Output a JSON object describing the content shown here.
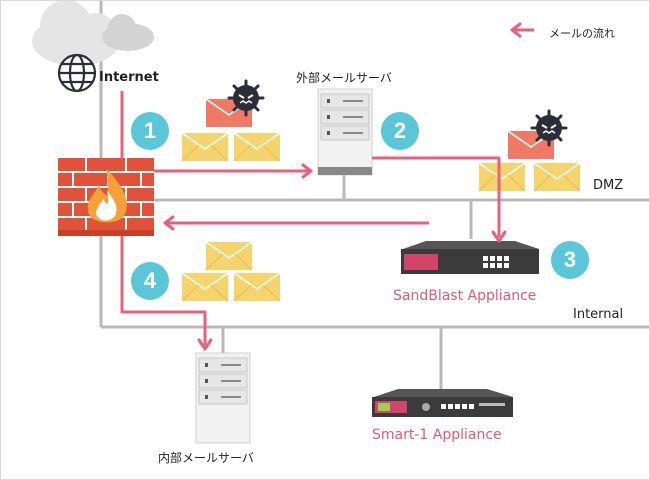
{
  "legend": {
    "text": "メールの流れ"
  },
  "labels": {
    "internet": "Internet",
    "external_mail_server": "外部メールサーバ",
    "dmz": "DMZ",
    "internal": "Internal",
    "sandblast": "SandBlast Appliance",
    "smart1": "Smart-1 Appliance",
    "internal_mail_server": "内部メールサーバ"
  },
  "steps": [
    "1",
    "2",
    "3",
    "4"
  ],
  "colors": {
    "flow": "#e8617c",
    "network_line": "#b8b8b8",
    "badge": "#5ac6d8",
    "envelope": "#f6d46d",
    "malicious_envelope": "#ee7a66",
    "firewall_brick": "#e0533a",
    "appliance_accent": "#d24469"
  },
  "icons": [
    "cloud-icon",
    "globe-icon",
    "firewall-icon",
    "server-icon",
    "appliance-icon",
    "envelope-icon",
    "virus-icon",
    "arrow-icon"
  ]
}
